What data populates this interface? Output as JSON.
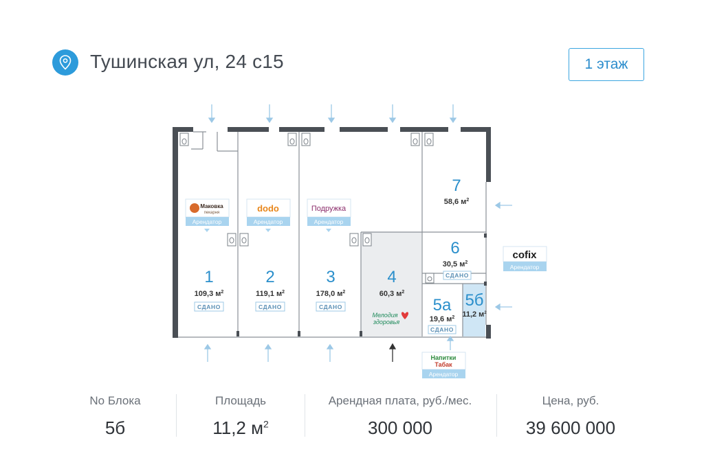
{
  "header": {
    "address": "Тушинская ул, 24 с15",
    "floor_button": "1 этаж",
    "location_icon": "map-pin-icon"
  },
  "colors": {
    "accent": "#2d9bdb",
    "wall": "#4a4f55",
    "selected_block": "#cfe6f5",
    "rented_block": "#ebedef",
    "tenant_badge": "#a9d4ef"
  },
  "plan": {
    "blocks": [
      {
        "num": "1",
        "area": "109,3 м",
        "status": "СДАНО"
      },
      {
        "num": "2",
        "area": "119,1 м",
        "status": "СДАНО"
      },
      {
        "num": "3",
        "area": "178,0 м",
        "status": "СДАНО"
      },
      {
        "num": "4",
        "area": "60,3 м",
        "status": ""
      },
      {
        "num": "5а",
        "area": "19,6 м",
        "status": "СДАНО"
      },
      {
        "num": "5б",
        "area": "11,2 м",
        "status": ""
      },
      {
        "num": "6",
        "area": "30,5 м",
        "status": "СДАНО"
      },
      {
        "num": "7",
        "area": "58,6 м",
        "status": ""
      }
    ],
    "area_sup": "2",
    "tenant_label": "Арендатор",
    "tenants": {
      "makovka_line1": "Маковка",
      "makovka_line2": "пекарня",
      "dodo": "dodo",
      "podruzhka": "Подружка",
      "melodiya_line1": "Мелодия",
      "melodiya_line2": "здоровья",
      "cofix": "cofix",
      "napitki_line1": "Напитки",
      "napitki_line2": "Табак"
    }
  },
  "stats": {
    "block": {
      "label": "No Блока",
      "value": "5б"
    },
    "area": {
      "label": "Площадь",
      "value": "11,2 м",
      "sup": "2"
    },
    "rent": {
      "label": "Арендная плата, руб./мес.",
      "value": "300 000"
    },
    "price": {
      "label": "Цена, руб.",
      "value": "39 600 000"
    }
  }
}
